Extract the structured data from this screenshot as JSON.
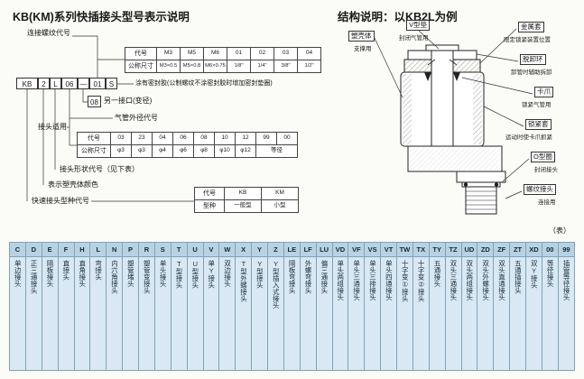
{
  "left": {
    "title": "KB(KM)系列快插接头型号表示说明",
    "model_boxes": [
      "KB",
      "2",
      "L",
      "06",
      "—",
      "01",
      "S"
    ],
    "labels": {
      "thread_code": "连接螺纹代号",
      "sealant": "涂有密封胶(公制螺纹不涂密封胶时增加密封垫圈)",
      "second_port_code": "08",
      "second_port": "另一接口(变径)",
      "tube_od": "气管外径代号",
      "applicable": "接头适用",
      "shape_code": "接头形状代号（见下表）",
      "color": "表示塑壳体颜色",
      "type_code": "快速接头型种代号"
    },
    "thread_table": {
      "row_headers": [
        "代号",
        "公称尺寸"
      ],
      "codes": [
        "M3",
        "M5",
        "M6",
        "01",
        "02",
        "03",
        "04"
      ],
      "sizes": [
        "M3×0.5",
        "M5×0.8",
        "M6×0.75",
        "1/8\"",
        "1/4\"",
        "3/8\"",
        "1/2\""
      ]
    },
    "od_table": {
      "row_headers": [
        "代号",
        "公称尺寸"
      ],
      "codes": [
        "03",
        "23",
        "04",
        "06",
        "08",
        "10",
        "12",
        "99",
        "00"
      ],
      "sizes": [
        "φ3",
        "φ3",
        "φ4",
        "φ6",
        "φ8",
        "φ10",
        "φ12",
        "等径"
      ]
    },
    "type_table": {
      "rows": [
        [
          "代号",
          "KB",
          "KM"
        ],
        [
          "型种",
          "一般型",
          "小型"
        ]
      ]
    }
  },
  "right": {
    "title": "结构说明：以KB2L为例",
    "callouts": [
      {
        "name": "塑壳体",
        "desc": "支撑用"
      },
      {
        "name": "V型垫",
        "desc": "封闭气管用"
      },
      {
        "name": "金属套",
        "desc": "限定锁紧装置位置"
      },
      {
        "name": "脱卸环",
        "desc": "卸管时辅助拆卸"
      },
      {
        "name": "卡爪",
        "desc": "锁紧气管用"
      },
      {
        "name": "锁紧套",
        "desc": "运动时使卡爪抓紧"
      },
      {
        "name": "O型圈",
        "desc": "封闭接头"
      },
      {
        "name": "螺纹接头",
        "desc": "连接用"
      }
    ],
    "table_ref": "（表）"
  },
  "shape_table": {
    "columns": [
      {
        "code": "C",
        "desc": "单边接头"
      },
      {
        "code": "D",
        "desc": "正三通接头"
      },
      {
        "code": "E",
        "desc": "隔板接头"
      },
      {
        "code": "F",
        "desc": "直接头"
      },
      {
        "code": "H",
        "desc": "直角接头"
      },
      {
        "code": "L",
        "desc": "弯接头"
      },
      {
        "code": "N",
        "desc": "内六角接头"
      },
      {
        "code": "P",
        "desc": "塑管堵头"
      },
      {
        "code": "R",
        "desc": "塑管变接头"
      },
      {
        "code": "S",
        "desc": "单头接头"
      },
      {
        "code": "T",
        "desc": "T型接头"
      },
      {
        "code": "U",
        "desc": "U型接头"
      },
      {
        "code": "V",
        "desc": "单Y接头"
      },
      {
        "code": "W",
        "desc": "双边接头"
      },
      {
        "code": "X",
        "desc": "T型外螺接头"
      },
      {
        "code": "Y",
        "desc": "Y型接头"
      },
      {
        "code": "Z",
        "desc": "Y型插入式接头"
      },
      {
        "code": "LE",
        "desc": "隔板弯接头"
      },
      {
        "code": "LF",
        "desc": "外螺弯接头"
      },
      {
        "code": "LU",
        "desc": "偏三通接头"
      },
      {
        "code": "VD",
        "desc": "单头两组接头"
      },
      {
        "code": "VF",
        "desc": "单头三通接头"
      },
      {
        "code": "VS",
        "desc": "单头三排接头"
      },
      {
        "code": "VT",
        "desc": "单头四通接头"
      },
      {
        "code": "TW",
        "desc": "十字变①接头"
      },
      {
        "code": "TX",
        "desc": "十字变②接头"
      },
      {
        "code": "TY",
        "desc": "五通接头"
      },
      {
        "code": "TZ",
        "desc": "双头三通接头"
      },
      {
        "code": "UD",
        "desc": "双头两组接头"
      },
      {
        "code": "ZD",
        "desc": "双头外螺接头"
      },
      {
        "code": "ZF",
        "desc": "双头直通接头"
      },
      {
        "code": "ZT",
        "desc": "五通插接头"
      },
      {
        "code": "XD",
        "desc": "双Y接头"
      },
      {
        "code": "00",
        "desc": "等径接头"
      },
      {
        "code": "99",
        "desc": "插管等径接头"
      }
    ]
  }
}
